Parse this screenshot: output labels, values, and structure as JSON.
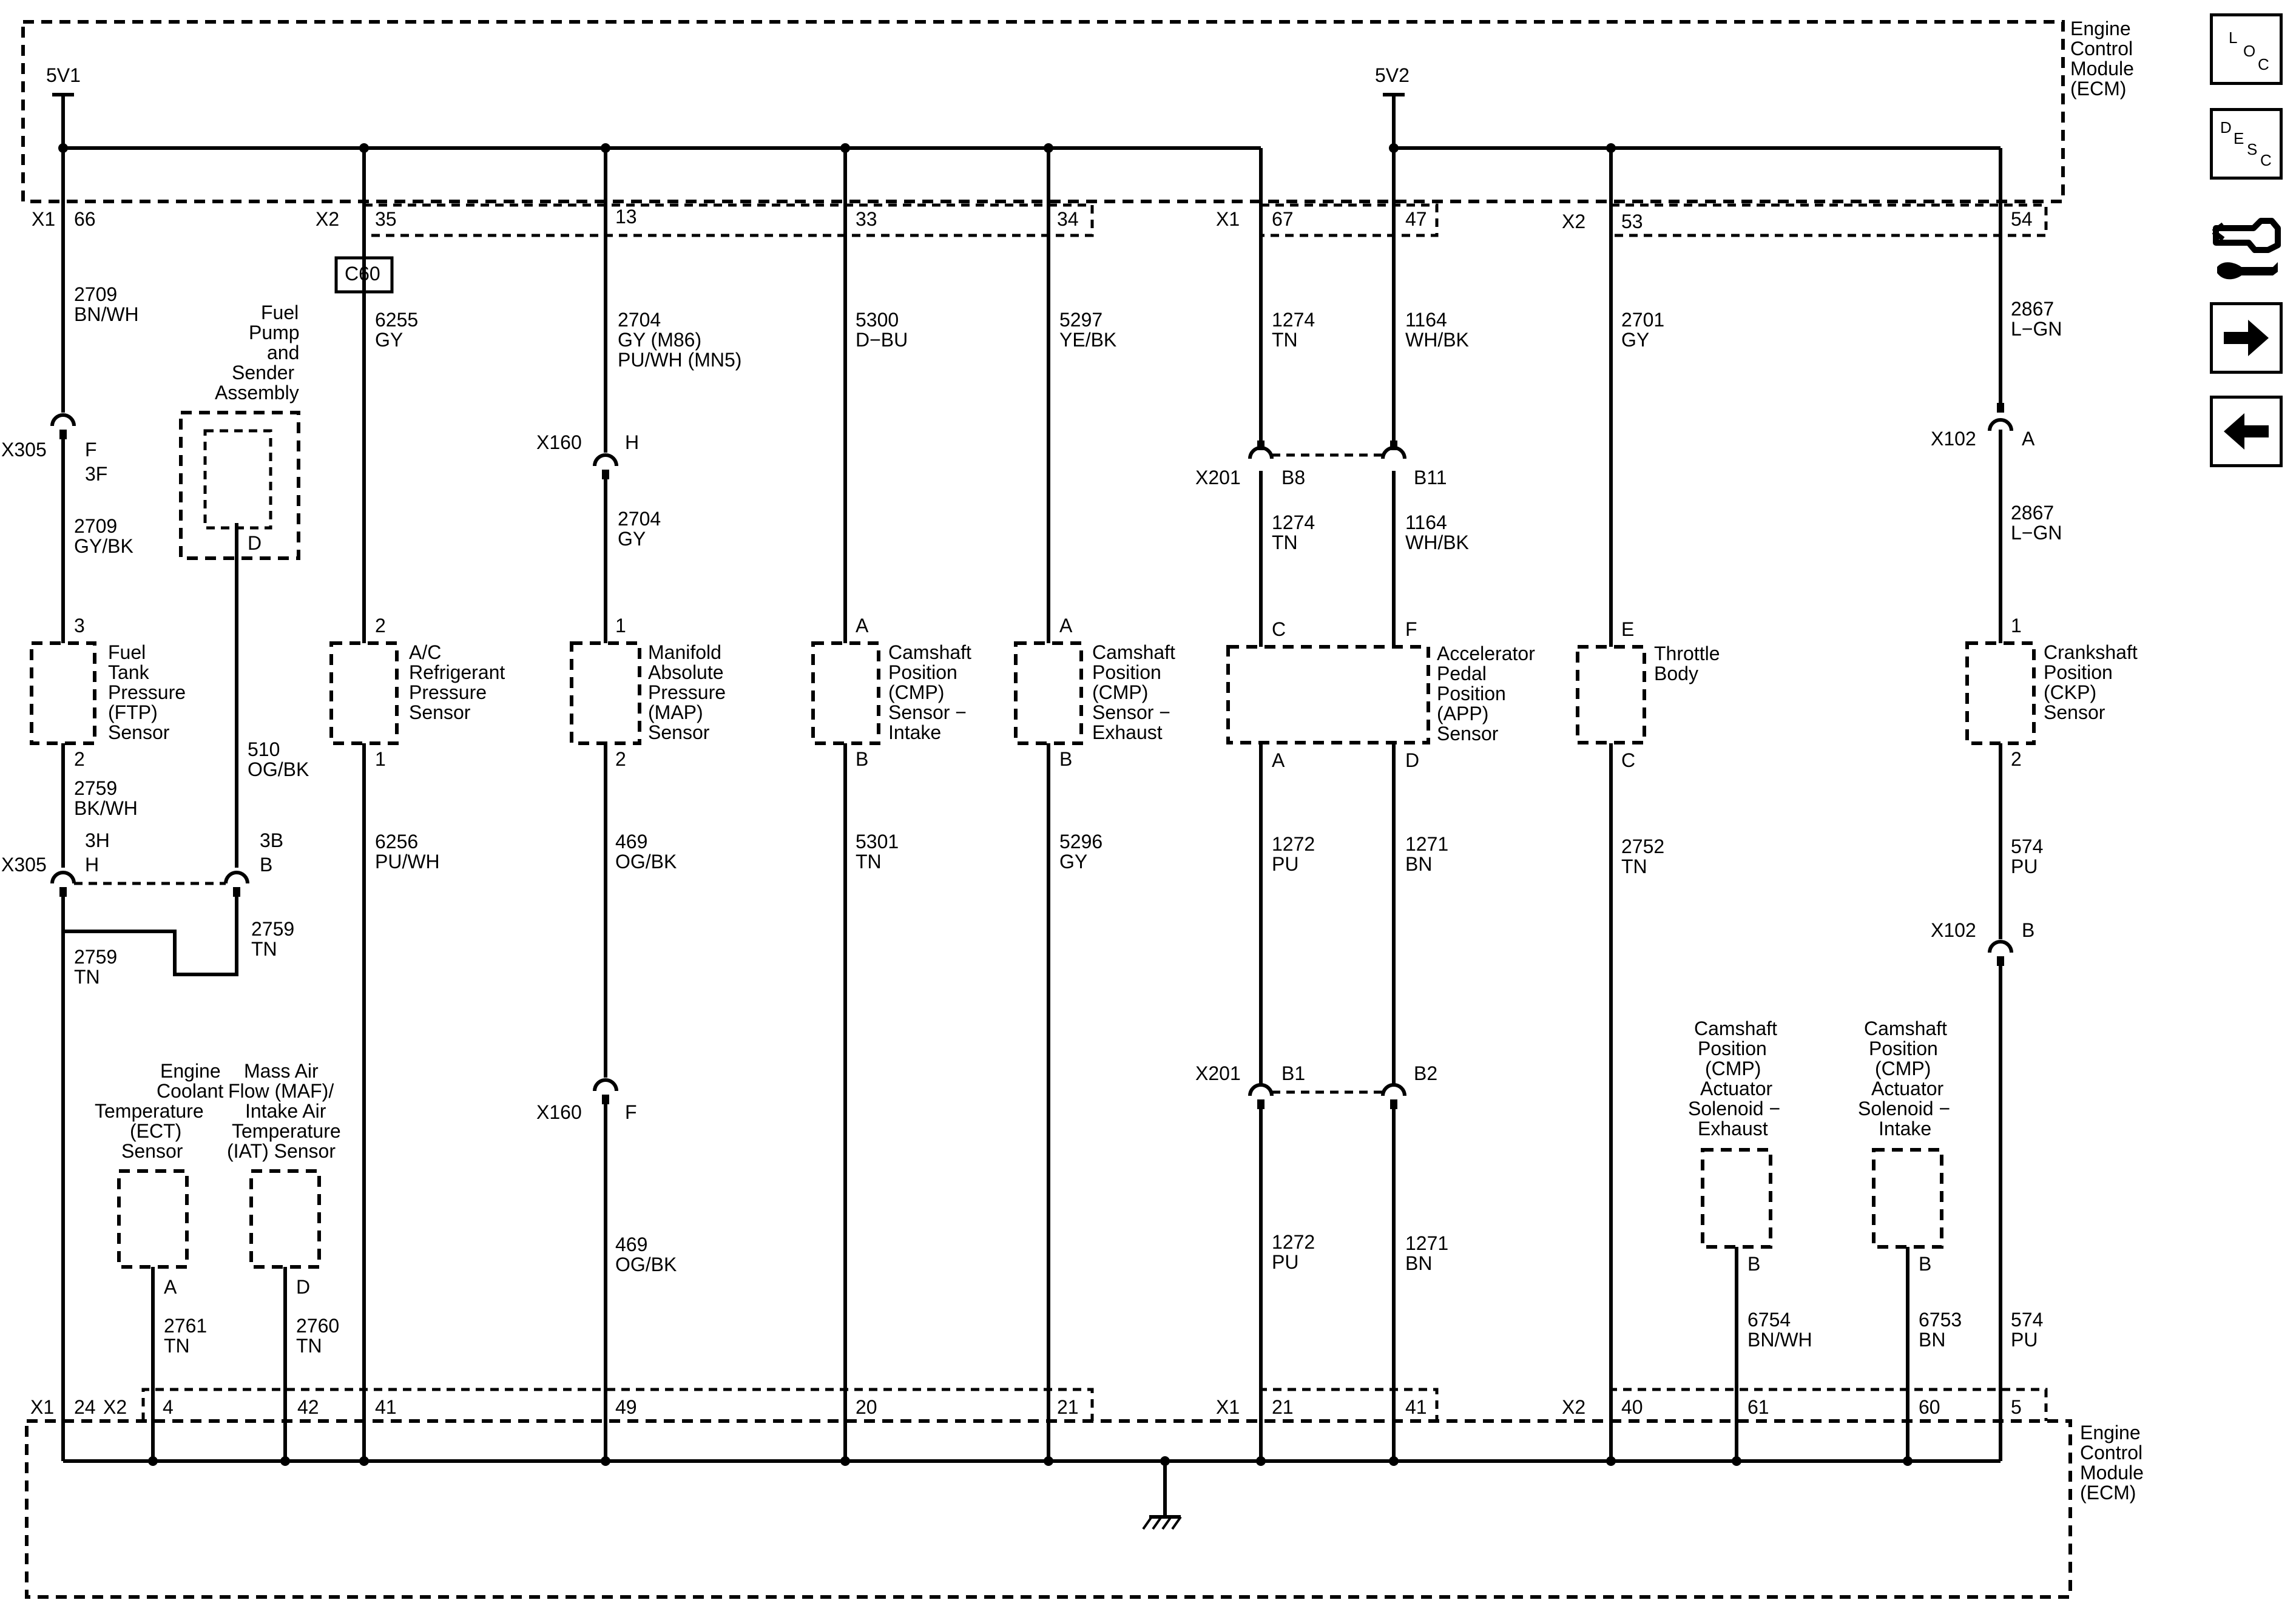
{
  "ecm_label_top": [
    "Engine",
    "Control",
    "Module",
    "(ECM)"
  ],
  "ecm_label_bottom": [
    "Engine",
    "Control",
    "Module",
    "(ECM)"
  ],
  "supply": {
    "v1": "5V1",
    "v2": "5V2"
  },
  "top_connectors": {
    "x1_a": "X1",
    "x2_a": "X2",
    "x1_b": "X1",
    "x2_b": "X2",
    "pins": [
      "66",
      "35",
      "13",
      "33",
      "34",
      "67",
      "47",
      "53",
      "54"
    ]
  },
  "bottom_connectors": {
    "x1_a": "X1",
    "x2_a": "X2",
    "x1_b": "X1",
    "x2_b": "X2",
    "pins": [
      "24",
      "4",
      "42",
      "41",
      "49",
      "20",
      "21",
      "21",
      "41",
      "40",
      "61",
      "60",
      "5"
    ]
  },
  "c60": "C60",
  "wires": {
    "w2709a": [
      "2709",
      "BN/WH"
    ],
    "w2709b": [
      "2709",
      "GY/BK"
    ],
    "w6255": [
      "6255",
      "GY"
    ],
    "w2704a": [
      "2704",
      "GY (M86)",
      "PU/WH (MN5)"
    ],
    "w2704b": [
      "2704",
      "GY"
    ],
    "w5300": [
      "5300",
      "D−BU"
    ],
    "w5297": [
      "5297",
      "YE/BK"
    ],
    "w1274a": [
      "1274",
      "TN"
    ],
    "w1274b": [
      "1274",
      "TN"
    ],
    "w1164a": [
      "1164",
      "WH/BK"
    ],
    "w1164b": [
      "1164",
      "WH/BK"
    ],
    "w2701": [
      "2701",
      "GY"
    ],
    "w2867a": [
      "2867",
      "L−GN"
    ],
    "w2867b": [
      "2867",
      "L−GN"
    ],
    "w2759a": [
      "2759",
      "BK/WH"
    ],
    "w2759b": [
      "2759",
      "TN"
    ],
    "w2759c": [
      "2759",
      "TN"
    ],
    "w510": [
      "510",
      "OG/BK"
    ],
    "w6256": [
      "6256",
      "PU/WH"
    ],
    "w469a": [
      "469",
      "OG/BK"
    ],
    "w469b": [
      "469",
      "OG/BK"
    ],
    "w5301": [
      "5301",
      "TN"
    ],
    "w5296": [
      "5296",
      "GY"
    ],
    "w1272a": [
      "1272",
      "PU"
    ],
    "w1272b": [
      "1272",
      "PU"
    ],
    "w1271a": [
      "1271",
      "BN"
    ],
    "w1271b": [
      "1271",
      "BN"
    ],
    "w2752": [
      "2752",
      "TN"
    ],
    "w574a": [
      "574",
      "PU"
    ],
    "w574b": [
      "574",
      "PU"
    ],
    "w2761": [
      "2761",
      "TN"
    ],
    "w2760": [
      "2760",
      "TN"
    ],
    "w6754": [
      "6754",
      "BN/WH"
    ],
    "w6753": [
      "6753",
      "BN"
    ]
  },
  "inline": {
    "x305_top": "X305",
    "x305_top_pin": "F",
    "x305_top_cav": "3F",
    "x305_bot": "X305",
    "x305_bot_pin": "H",
    "x305_bot_cav": "3H",
    "x305_b_pin": "B",
    "x305_b_cav": "3B",
    "x160_top": "X160",
    "x160_top_pin": "H",
    "x160_bot": "X160",
    "x160_bot_pin": "F",
    "x201_top": "X201",
    "x201_b8": "B8",
    "x201_b11": "B11",
    "x201_bot": "X201",
    "x201_b1": "B1",
    "x201_b2": "B2",
    "x102_top": "X102",
    "x102_a": "A",
    "x102_bot": "X102",
    "x102_b": "B"
  },
  "components": {
    "ftp": {
      "name": [
        "Fuel",
        "Tank",
        "Pressure",
        "(FTP)",
        "Sensor"
      ],
      "pin_top": "3",
      "pin_bot": "2"
    },
    "fuel_pump": {
      "name": [
        "Fuel",
        "Pump",
        "and",
        "Sender",
        "Assembly"
      ],
      "pin": "D"
    },
    "ac": {
      "name": [
        "A/C",
        "Refrigerant",
        "Pressure",
        "Sensor"
      ],
      "pin_top": "2",
      "pin_bot": "1"
    },
    "map": {
      "name": [
        "Manifold",
        "Absolute",
        "Pressure",
        "(MAP)",
        "Sensor"
      ],
      "pin_top": "1",
      "pin_bot": "2"
    },
    "cmp_in": {
      "name": [
        "Camshaft",
        "Position",
        "(CMP)",
        "Sensor −",
        "Intake"
      ],
      "pin_top": "A",
      "pin_bot": "B"
    },
    "cmp_ex": {
      "name": [
        "Camshaft",
        "Position",
        "(CMP)",
        "Sensor −",
        "Exhaust"
      ],
      "pin_top": "A",
      "pin_bot": "B"
    },
    "app": {
      "name": [
        "Accelerator",
        "Pedal",
        "Position",
        "(APP)",
        "Sensor"
      ],
      "pin_c": "C",
      "pin_f": "F",
      "pin_a": "A",
      "pin_d": "D"
    },
    "throttle": {
      "name": [
        "Throttle",
        "Body"
      ],
      "pin_top": "E",
      "pin_bot": "C"
    },
    "ckp": {
      "name": [
        "Crankshaft",
        "Position",
        "(CKP)",
        "Sensor"
      ],
      "pin_top": "1",
      "pin_bot": "2"
    },
    "ect": {
      "name": [
        "Engine",
        "Coolant",
        "Temperature",
        "(ECT)",
        "Sensor"
      ],
      "pin": "A"
    },
    "maf": {
      "name": [
        "Mass Air",
        "Flow (MAF)/",
        "Intake Air",
        "Temperature",
        "(IAT) Sensor"
      ],
      "pin": "D"
    },
    "cmp_act_ex": {
      "name": [
        "Camshaft",
        "Position",
        "(CMP)",
        "Actuator",
        "Solenoid −",
        "Exhaust"
      ],
      "pin": "B"
    },
    "cmp_act_in": {
      "name": [
        "Camshaft",
        "Position",
        "(CMP)",
        "Actuator",
        "Solenoid −",
        "Intake"
      ],
      "pin": "B"
    }
  },
  "nav": {
    "loc": [
      "L",
      "O",
      "C"
    ],
    "desc": [
      "D",
      "E",
      "S",
      "C"
    ],
    "connector_icon": "connector-wrench-icon",
    "next_icon": "arrow-right-icon",
    "prev_icon": "arrow-left-icon"
  }
}
